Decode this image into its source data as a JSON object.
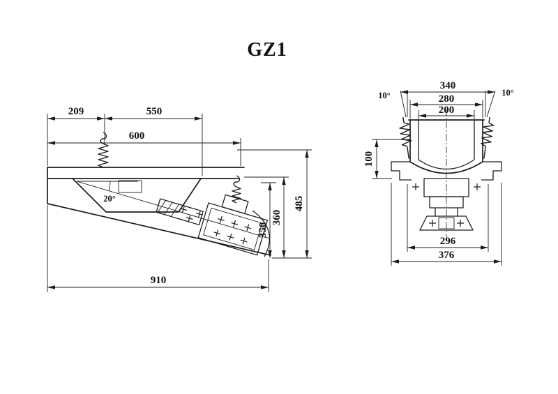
{
  "title": "GZ1",
  "side_view": {
    "dimensions": {
      "d209": "209",
      "d550": "550",
      "d600": "600",
      "d910": "910",
      "d485": "485",
      "d360": "360",
      "d350": "350",
      "angle": "20°"
    }
  },
  "front_view": {
    "dimensions": {
      "d340": "340",
      "d280": "280",
      "d200": "200",
      "d100": "100",
      "d296": "296",
      "d376": "376",
      "angle_left": "10°",
      "angle_right": "10°"
    }
  }
}
